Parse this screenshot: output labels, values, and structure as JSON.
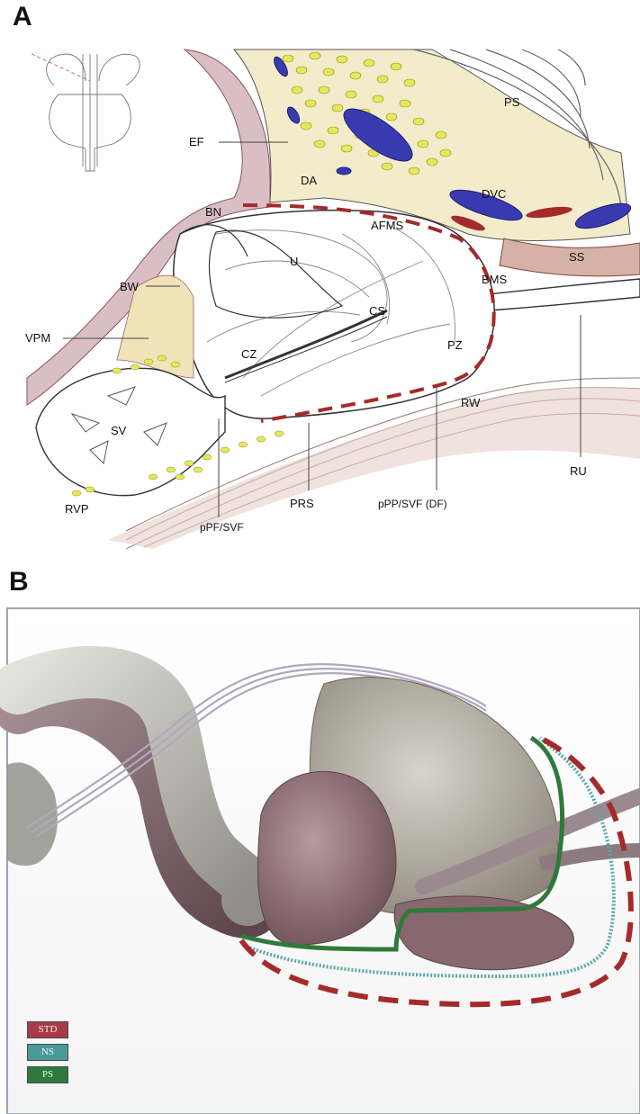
{
  "panels": {
    "a": "A",
    "b": "B"
  },
  "panel_a_labels": {
    "ps": "PS",
    "ef": "EF",
    "da": "DA",
    "dvc": "DVC",
    "bn": "BN",
    "afms": "AFMS",
    "u": "U",
    "ss": "SS",
    "bms": "BMS",
    "bw": "BW",
    "cs": "CS",
    "vpm": "VPM",
    "cz": "CZ",
    "pz": "PZ",
    "rw": "RW",
    "sv": "SV",
    "ru": "RU",
    "rvp": "RVP",
    "prs": "PRS",
    "ppf_svf": "pPF/SVF",
    "ppp_svf_df": "pPP/SVF (DF)"
  },
  "legend": [
    {
      "label": "STD",
      "color": "#a83a4a"
    },
    {
      "label": "NS",
      "color": "#4a9a9a"
    },
    {
      "label": "PS",
      "color": "#2e7a3a"
    }
  ],
  "colors": {
    "dissection_red": "#a52a2a",
    "nerve_yellow": "#e6e85a",
    "vessel_blue": "#3a3ab0",
    "muscle_pink": "#d9bfc4",
    "fascia_cream": "#f3eccb",
    "ns_teal": "#5aa6a6",
    "ps_green": "#2e7a3a"
  }
}
